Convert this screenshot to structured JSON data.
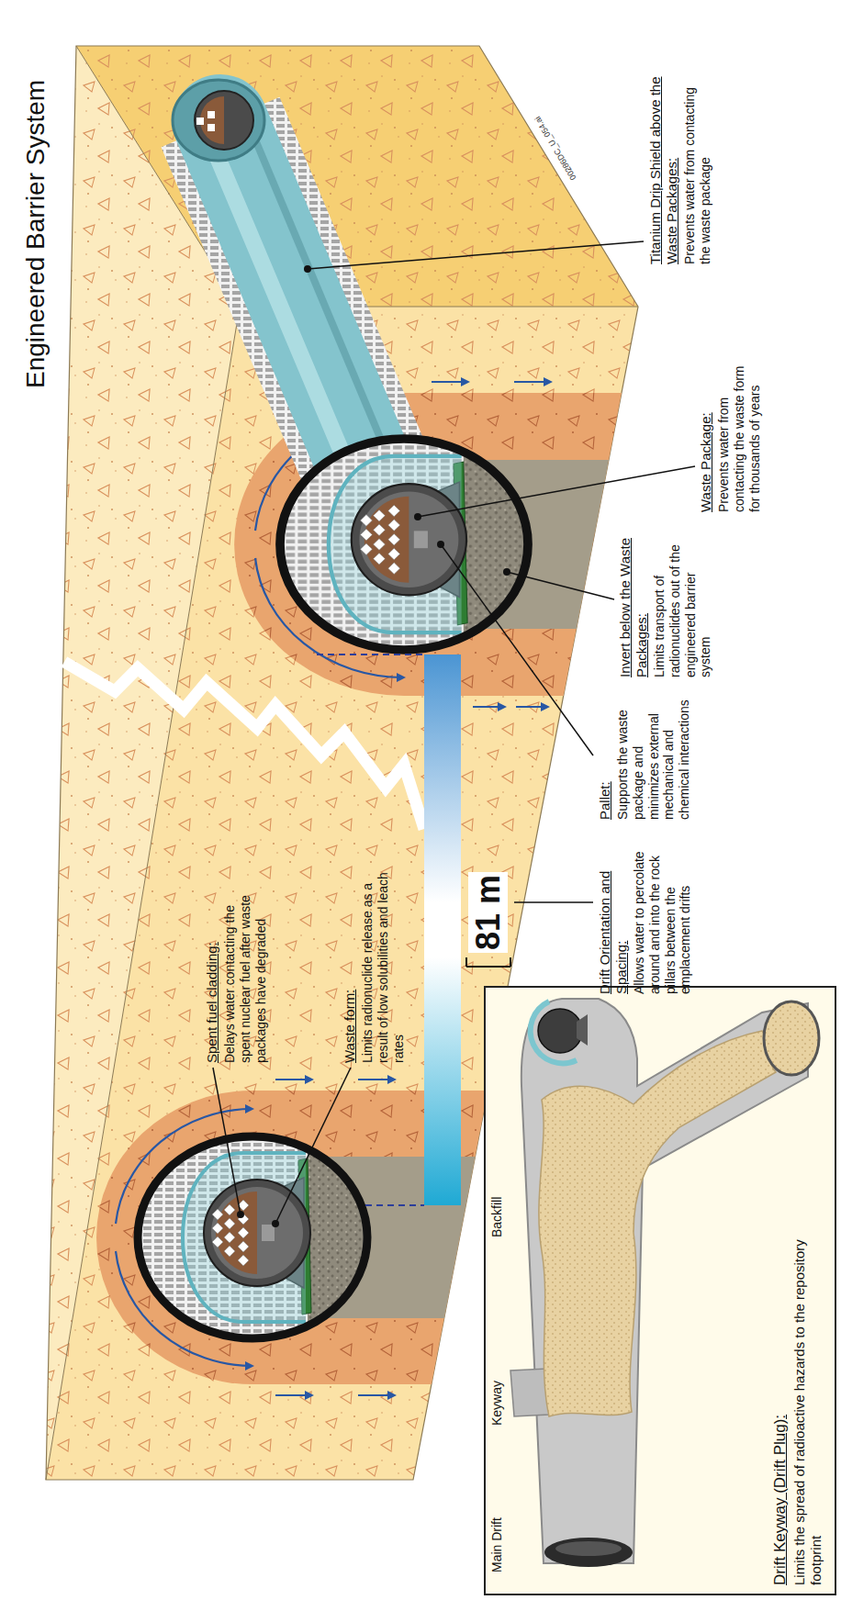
{
  "diagram": {
    "title": "Engineered Barrier System",
    "nodes": [
      {
        "text": [
          "Drift Keyway (Drift Plug):",
          "Limits the spread of radioactive hazards to the repository footprint"
        ]
      }
    ],
    "labels": [
      "Spent fuel cladding:",
      "Delays water contacting the spent nuclear fuel after waste packages have degraded",
      "Waste form:",
      "Limits radionuclide release as a result of low solubilities and leach rates",
      "81 m",
      "Drift Orientation and Spacing:",
      "Allows water to percolate around and into the rock pillars between the emplacement drifts",
      "Pallet:",
      "Supports the waste package and minimizes external mechanical and chemical interactions",
      "Invert below the Waste Packages:",
      "Limits transport of radionuclides out of the engineered barrier system",
      "Waste Package:",
      "Prevents water from contacting the waste form for thousands of years",
      "Titanium Drip Shield above the Waste Packages:",
      "Prevents water from contacting the waste package",
      "00286DC_U_054.ai",
      "Keyway",
      "Backfill",
      "Main Drift"
    ]
  }
}
